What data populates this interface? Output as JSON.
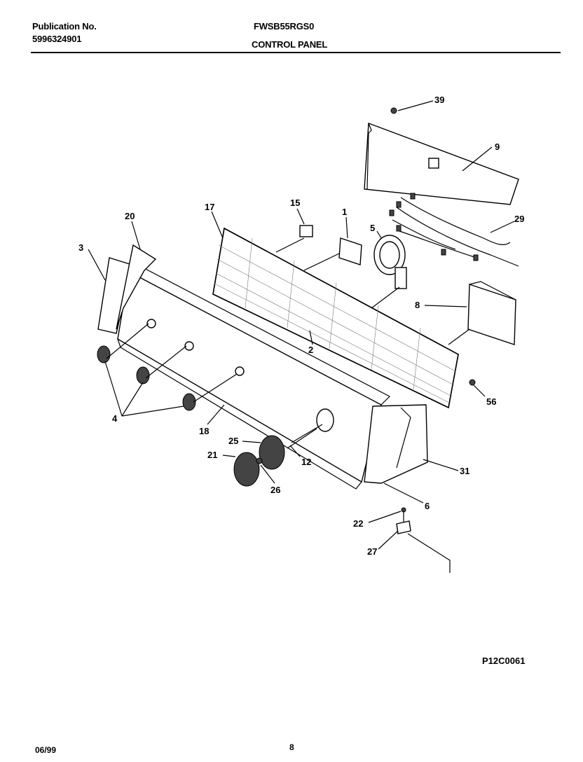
{
  "header": {
    "publication_label": "Publication No.",
    "publication_number": "5996324901",
    "model": "FWSB55RGS0",
    "section": "CONTROL PANEL"
  },
  "footer": {
    "date": "06/99",
    "page": "8",
    "drawing_code": "P12C0061"
  },
  "callouts": [
    "39",
    "9",
    "29",
    "17",
    "15",
    "1",
    "5",
    "20",
    "3",
    "8",
    "2",
    "56",
    "4",
    "18",
    "25",
    "12",
    "21",
    "26",
    "31",
    "6",
    "22",
    "27"
  ]
}
